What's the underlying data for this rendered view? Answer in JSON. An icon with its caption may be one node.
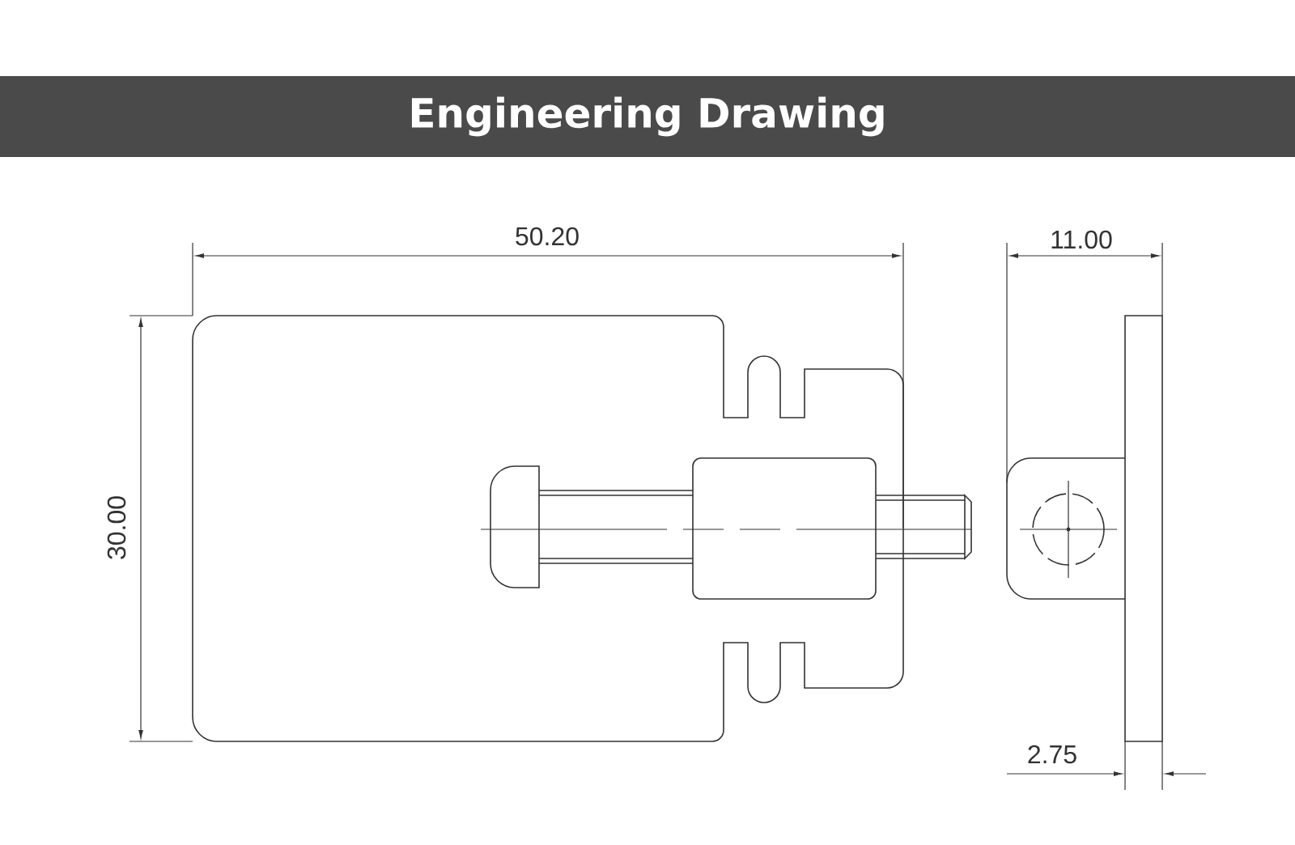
{
  "diagram": {
    "title": "Engineering Drawing",
    "labels": [
      "50.20",
      "30.00",
      "11.00",
      "2.75"
    ]
  }
}
